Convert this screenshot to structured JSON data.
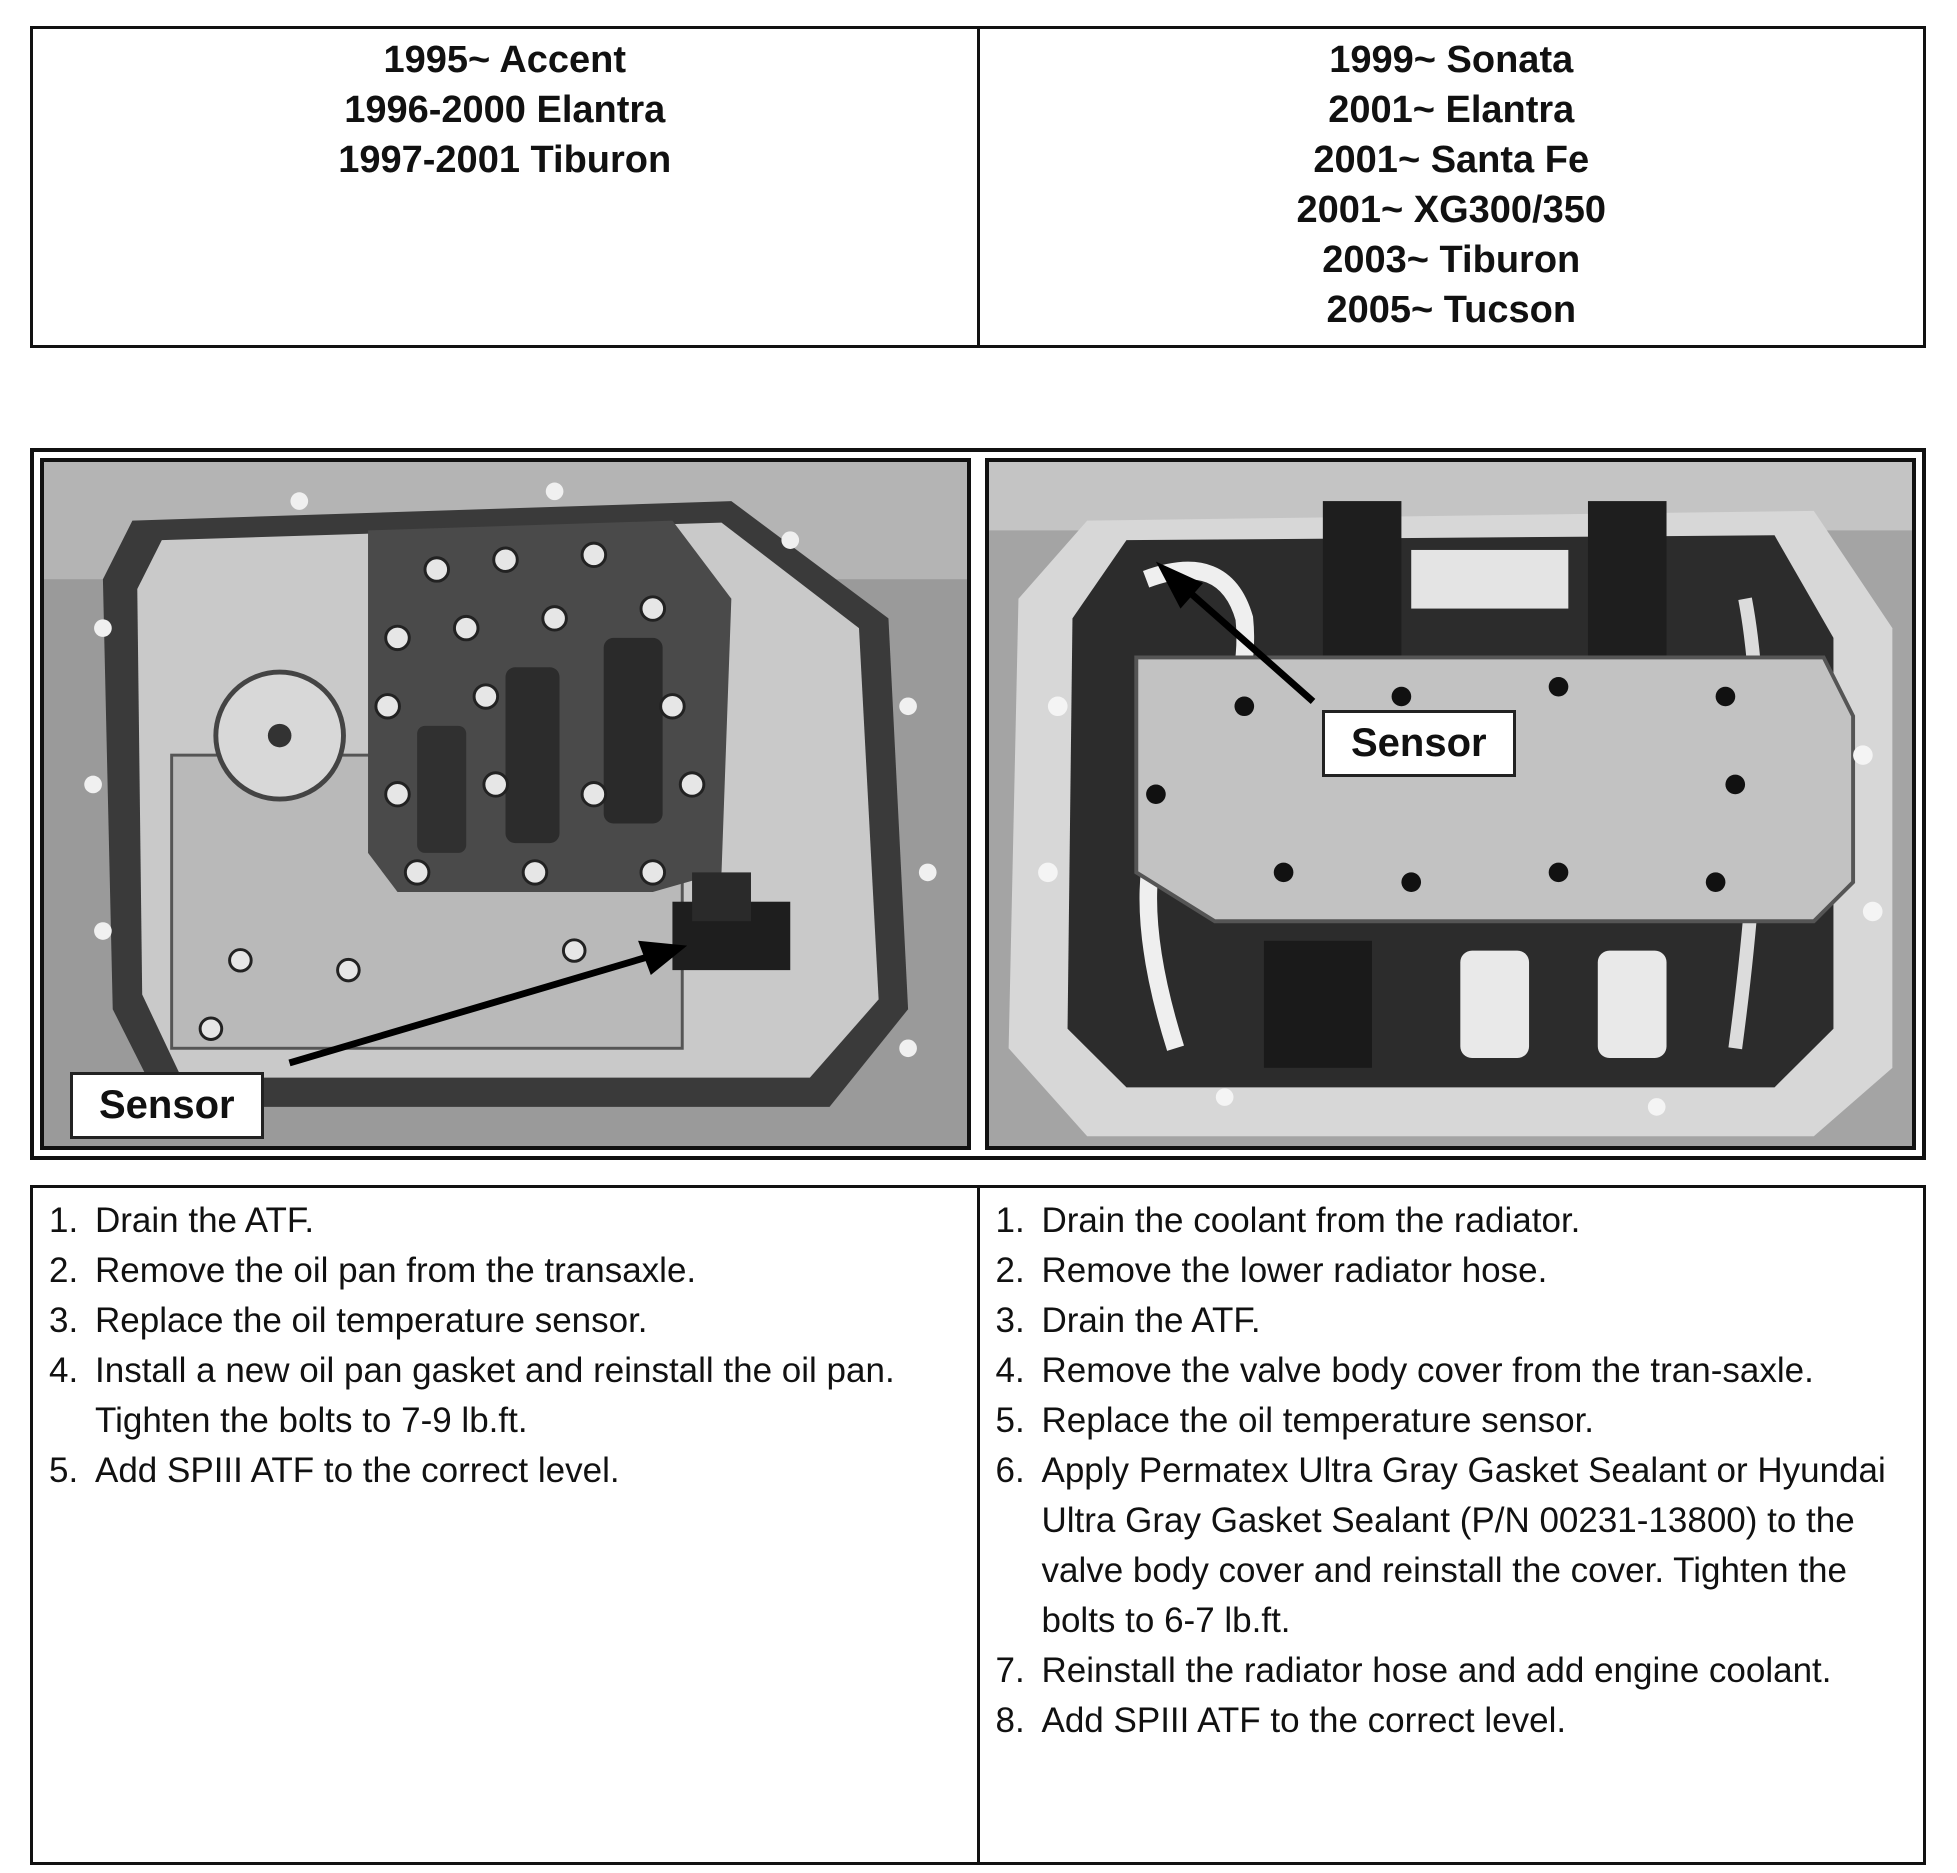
{
  "models": {
    "left": [
      "1995~ Accent",
      "1996-2000 Elantra",
      "1997-2001 Tiburon"
    ],
    "right": [
      "1999~ Sonata",
      "2001~ Elantra",
      "2001~ Santa Fe",
      "2001~ XG300/350",
      "2003~ Tiburon",
      "2005~ Tucson"
    ]
  },
  "photos": {
    "left_label": "Sensor",
    "right_label": "Sensor"
  },
  "steps": {
    "left": [
      {
        "num": "1.",
        "text": "Drain the ATF."
      },
      {
        "num": "2.",
        "text": "Remove the oil pan from the transaxle."
      },
      {
        "num": "3.",
        "text": "Replace the oil temperature sensor."
      },
      {
        "num": "4.",
        "text": "Install a new oil pan gasket and reinstall the oil pan. Tighten the bolts to 7-9 lb.ft."
      },
      {
        "num": "5.",
        "text": "Add SPIII ATF to the correct level."
      }
    ],
    "right": [
      {
        "num": "1.",
        "text": "Drain the coolant from the radiator."
      },
      {
        "num": "2.",
        "text": "Remove the lower radiator hose."
      },
      {
        "num": "3.",
        "text": "Drain the ATF."
      },
      {
        "num": "4.",
        "text": "Remove the valve body cover from the tran-saxle."
      },
      {
        "num": "5.",
        "text": "Replace the oil temperature sensor."
      },
      {
        "num": "6.",
        "text": "Apply Permatex Ultra Gray Gasket Sealant or Hyundai Ultra Gray Gasket Sealant (P/N 00231-13800) to the valve body cover and reinstall the cover. Tighten the bolts to 6-7 lb.ft."
      },
      {
        "num": "7.",
        "text": "Reinstall the radiator hose and add engine coolant."
      },
      {
        "num": "8.",
        "text": "Add SPIII ATF to the correct level."
      }
    ]
  }
}
